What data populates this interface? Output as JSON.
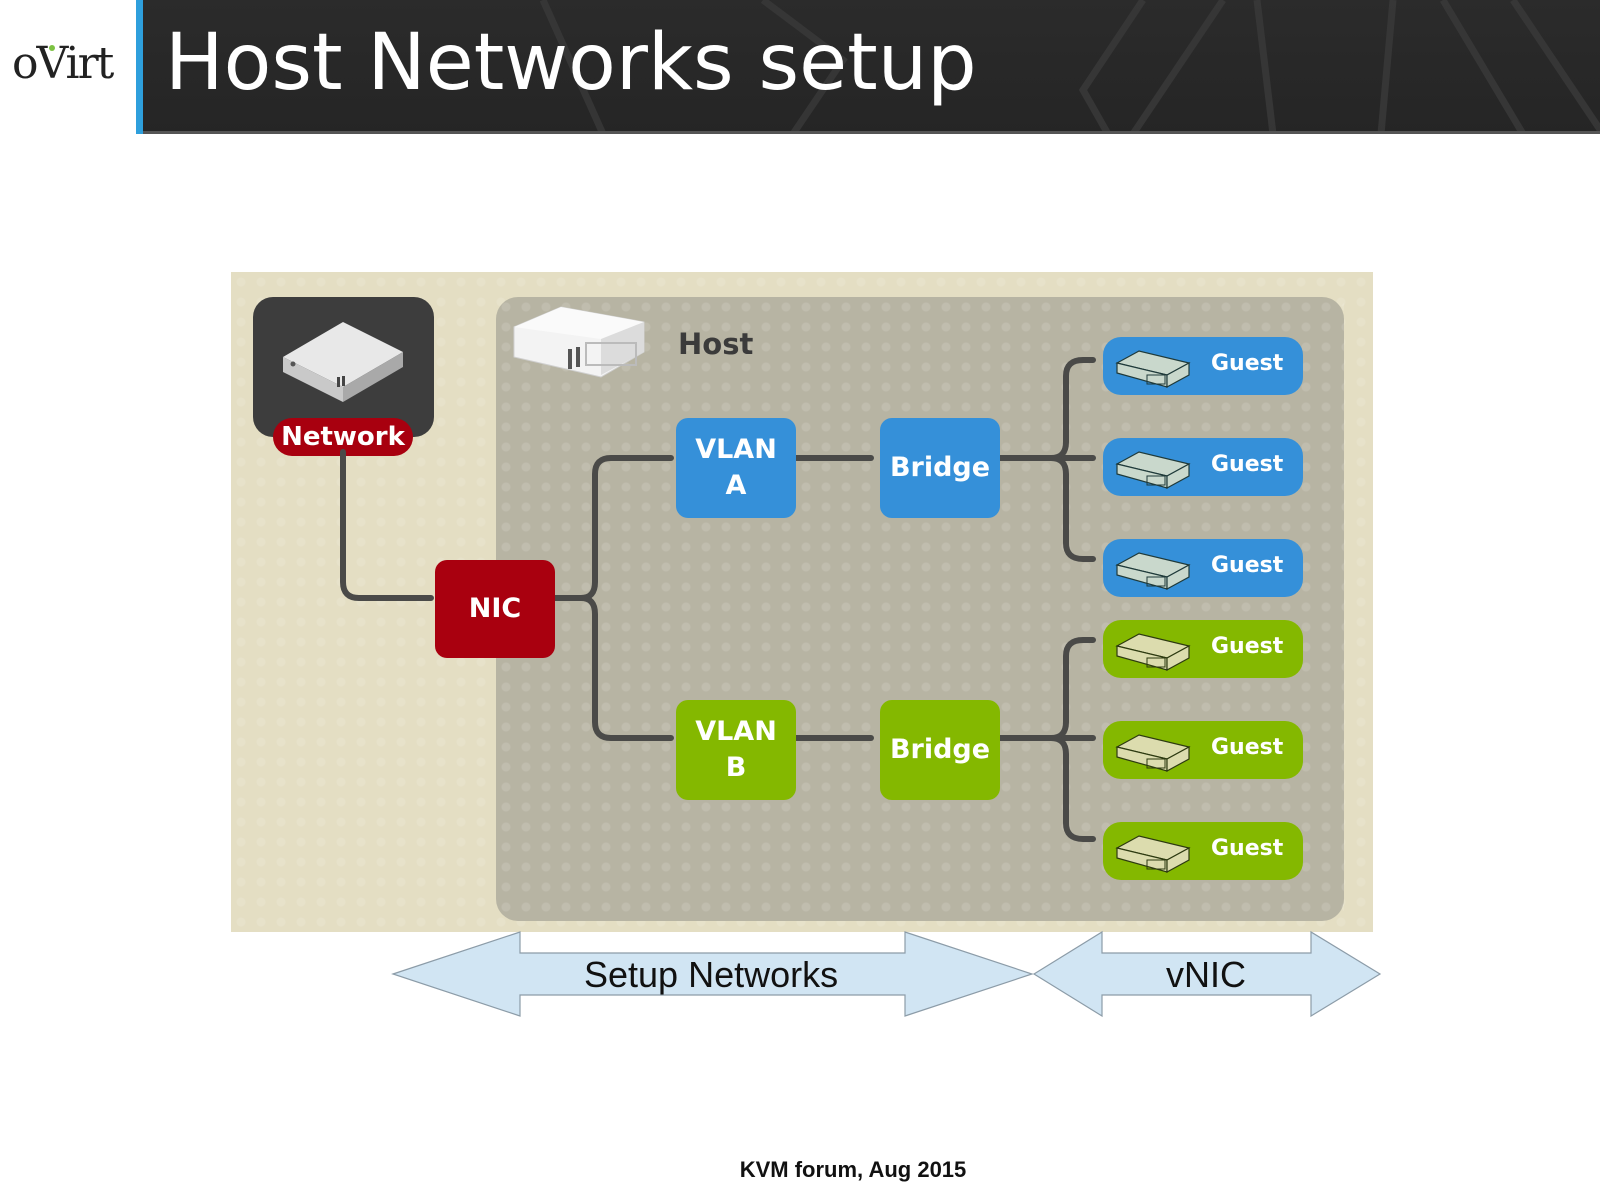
{
  "header": {
    "logo_text": "oVirt",
    "title": "Host Networks setup",
    "accent_color": "#2e9fdc"
  },
  "diagram": {
    "network": {
      "label": "Network",
      "icon": "network-device-icon",
      "color": "#a8000f"
    },
    "host": {
      "label": "Host",
      "icon": "server-icon"
    },
    "nic": {
      "label": "NIC",
      "color": "#a9000f"
    },
    "vlans": [
      {
        "line1": "VLAN",
        "line2": "A",
        "color": "#3590d9",
        "bridge_label": "Bridge",
        "guests": [
          "Guest",
          "Guest",
          "Guest"
        ]
      },
      {
        "line1": "VLAN",
        "line2": "B",
        "color": "#84b800",
        "bridge_label": "Bridge",
        "guests": [
          "Guest",
          "Guest",
          "Guest"
        ]
      }
    ],
    "guest_icon": "nic-card-icon"
  },
  "arrows": [
    {
      "label": "Setup Networks",
      "color": "#d1e5f3"
    },
    {
      "label": "vNIC",
      "color": "#d1e5f3"
    }
  ],
  "footer": {
    "text": "KVM forum, Aug 2015"
  }
}
